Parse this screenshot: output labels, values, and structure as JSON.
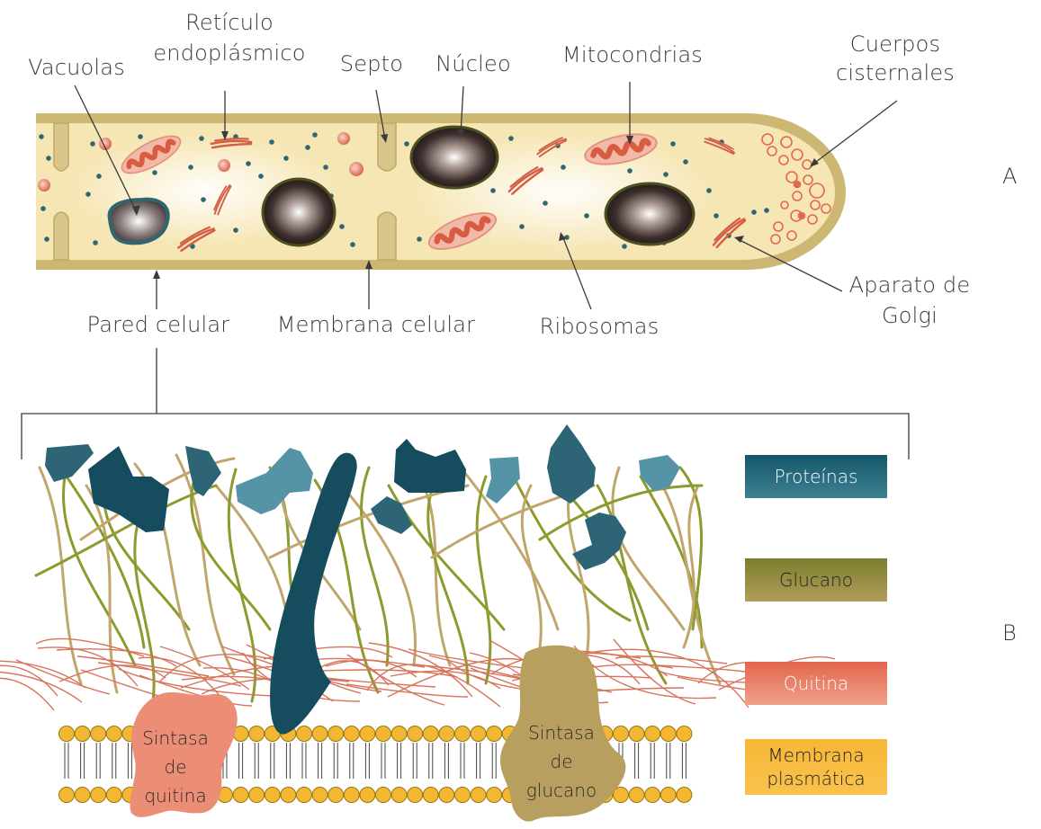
{
  "labels": {
    "vacuolas": "Vacuolas",
    "reticulo": [
      "Retículo",
      "endoplásmico"
    ],
    "septo": "Septo",
    "nucleo": "Núcleo",
    "mitocondrias": "Mitocondrias",
    "cuerpos": [
      "Cuerpos",
      "cisternales"
    ],
    "golgi": [
      "Aparato de",
      "Golgi"
    ],
    "pared": "Pared celular",
    "membrana_celular": "Membrana celular",
    "ribosomas": "Ribosomas"
  },
  "panel_letters": {
    "a": "A",
    "b": "B"
  },
  "legend": [
    {
      "label": "Proteínas",
      "color": "#1f5b6b"
    },
    {
      "label": "Glucano",
      "color": "#8e8a3a"
    },
    {
      "label": "Quitina",
      "color": "#e8725a"
    },
    {
      "label": "Membrana plasmática",
      "color": "#f7bb3a"
    }
  ],
  "enzymes": {
    "quitina_sintasa": [
      "Sintasa",
      "de",
      "quitina"
    ],
    "glucano_sintasa": [
      "Sintasa",
      "de",
      "glucano"
    ]
  },
  "colors": {
    "cell_fill": "#f6e6b4",
    "cell_wall": "#cdb873",
    "protein_dark": "#154d5e",
    "protein_mid": "#2d6576",
    "protein_light": "#5594a6",
    "glucan_green": "#8c9a2e",
    "glucan_tan": "#c0a66b",
    "chitin": "#d86a52",
    "lipid_head": "#f4b732",
    "chitin_synthase": "#ec8d76",
    "glucan_synthase": "#b7a05f"
  }
}
